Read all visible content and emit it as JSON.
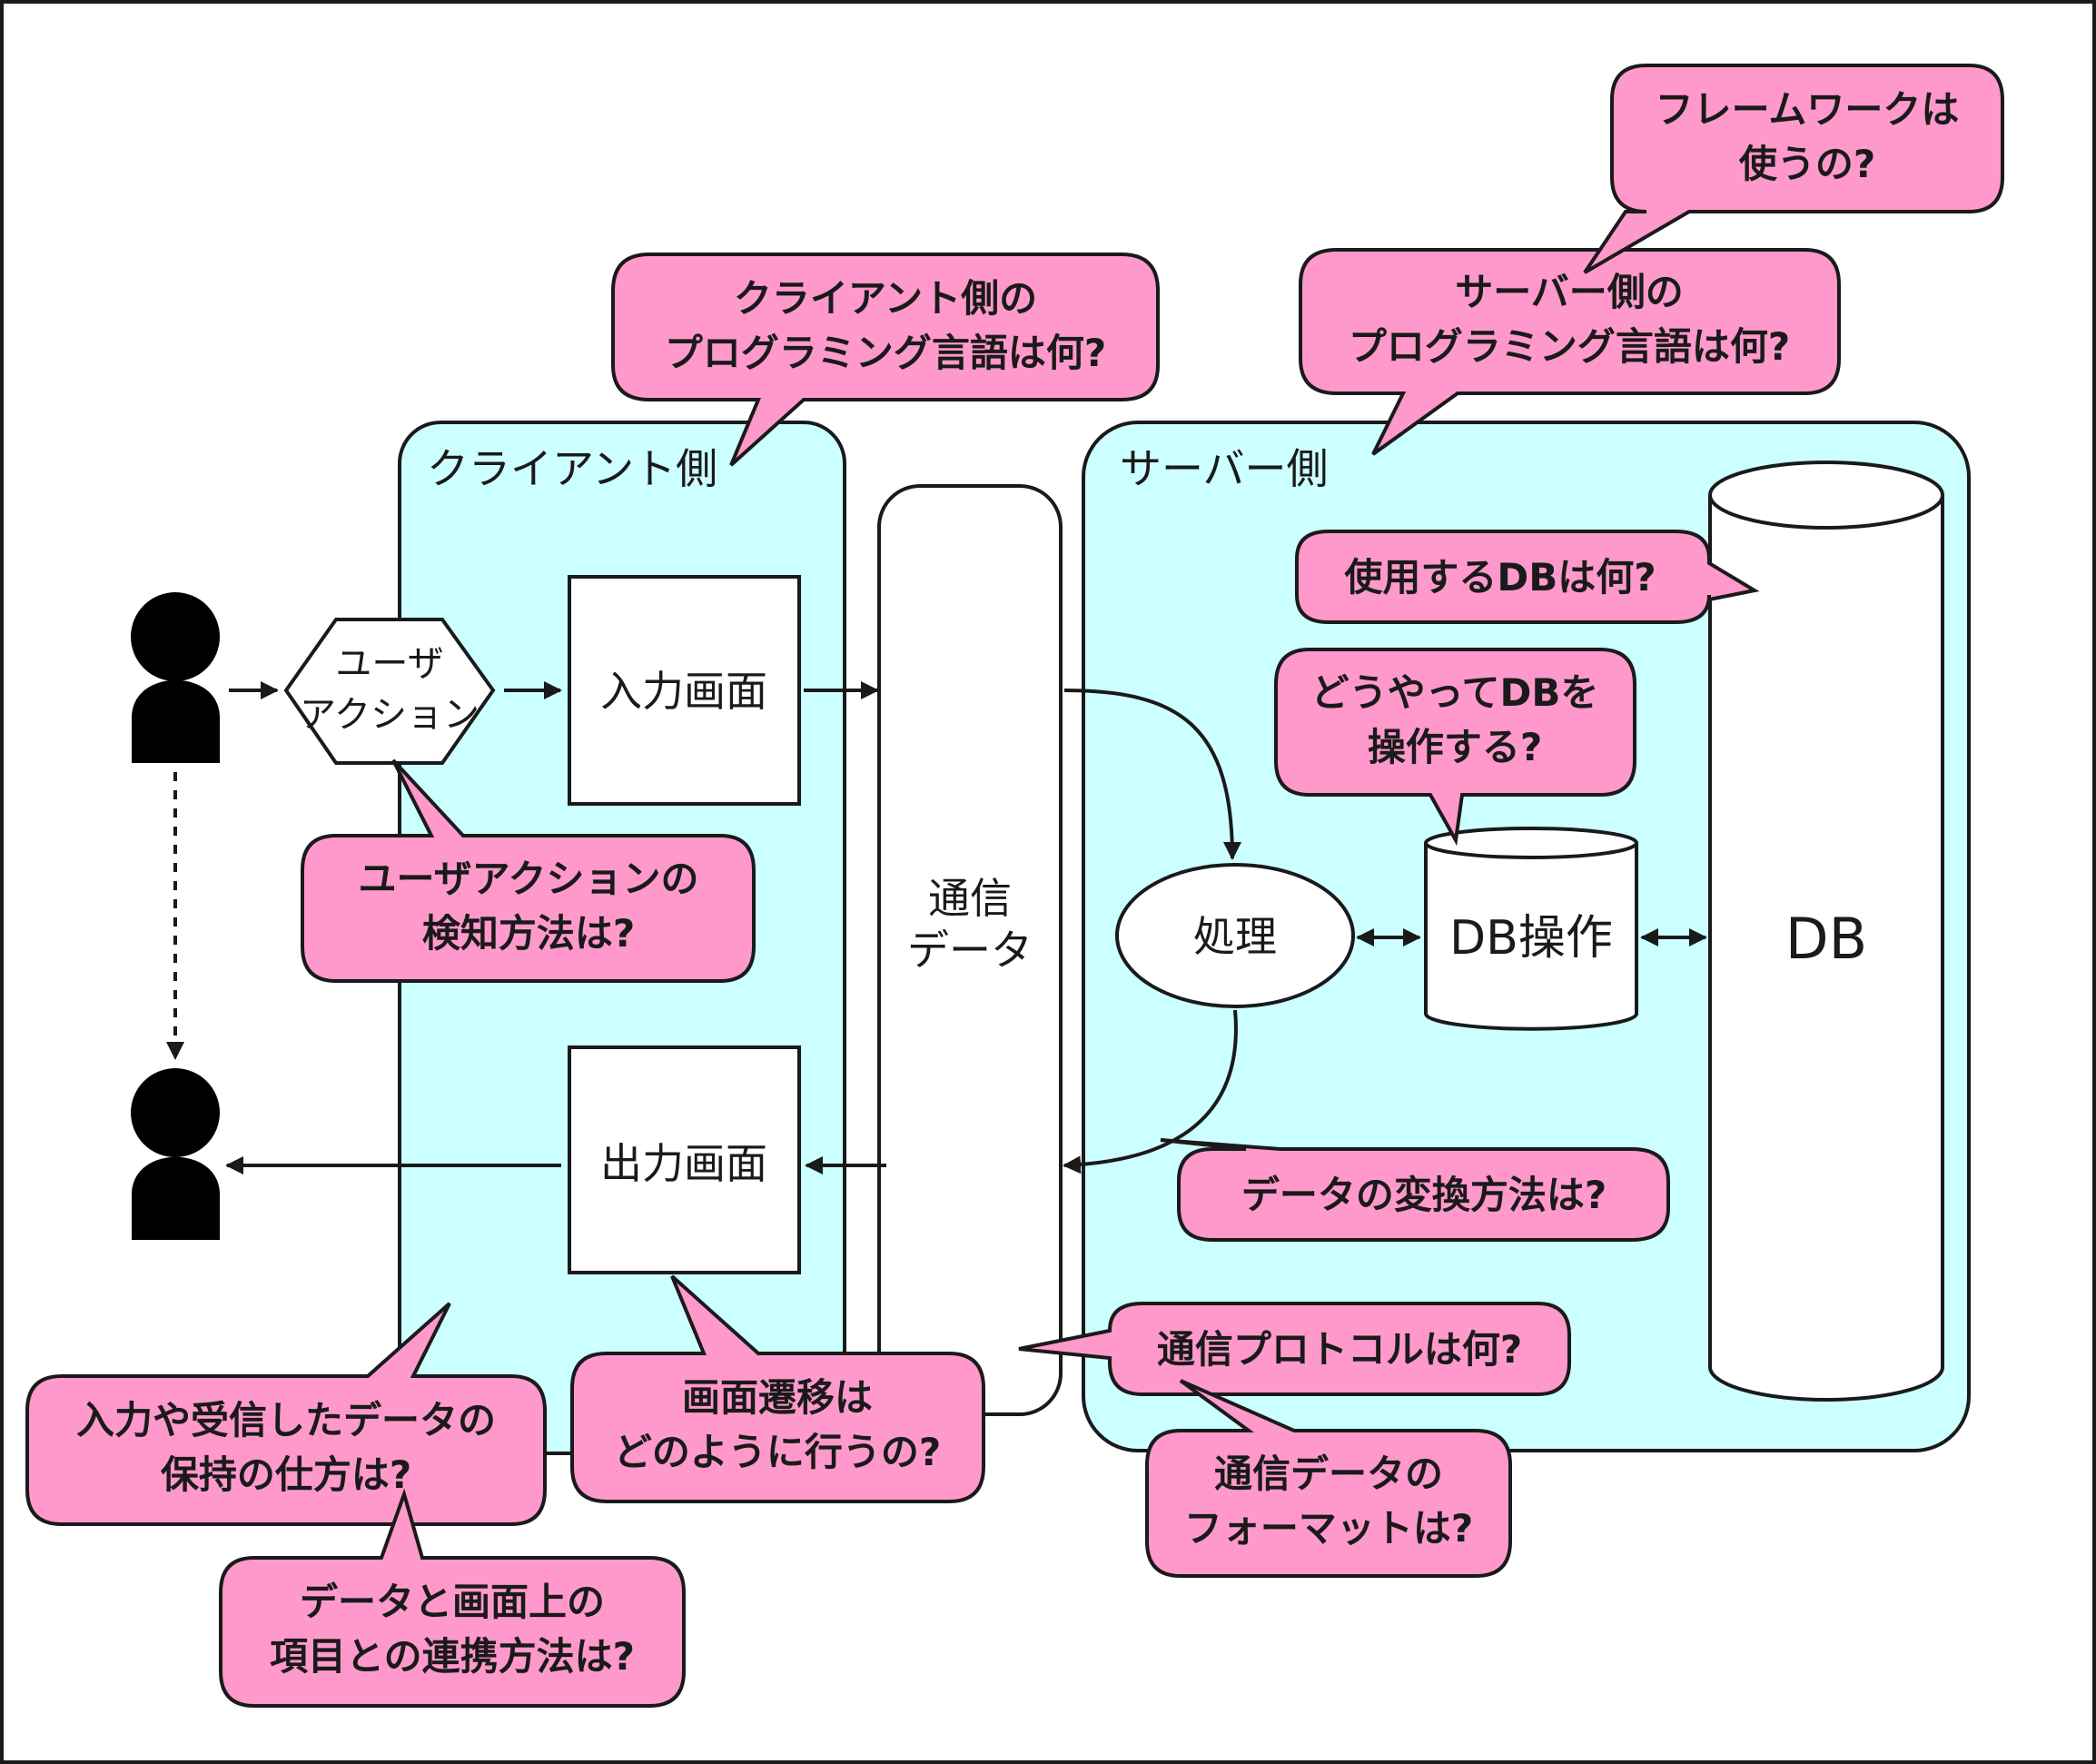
{
  "zones": {
    "client": "クライアント側",
    "server": "サーバー側"
  },
  "nodes": {
    "user_action": [
      "ユーザ",
      "アクション"
    ],
    "input_screen": "入力画面",
    "output_screen": "出力画面",
    "comm_data": [
      "通信",
      "データ"
    ],
    "process": "処理",
    "db_operation": "DB操作",
    "db": "DB"
  },
  "questions": {
    "client_lang": [
      "クライアント側の",
      "プログラミング言語は何?"
    ],
    "server_lang": [
      "サーバー側の",
      "プログラミング言語は何?"
    ],
    "framework": [
      "フレームワークは",
      "使うの?"
    ],
    "which_db": [
      "使用するDBは何?"
    ],
    "db_operate": [
      "どうやってDBを",
      "操作する?"
    ],
    "user_action_detect": [
      "ユーザアクションの",
      "検知方法は?"
    ],
    "data_convert": [
      "データの変換方法は?"
    ],
    "protocol": [
      "通信プロトコルは何?"
    ],
    "comm_format": [
      "通信データの",
      "フォーマットは?"
    ],
    "screen_transition": [
      "画面遷移は",
      "どのように行うの?"
    ],
    "data_retention": [
      "入力や受信したデータの",
      "保持の仕方は?"
    ],
    "data_binding": [
      "データと画面上の",
      "項目との連携方法は?"
    ]
  },
  "colors": {
    "zone_fill": "#ccffff",
    "bubble_fill": "#ff99cc",
    "stroke": "#1a1a1a"
  }
}
